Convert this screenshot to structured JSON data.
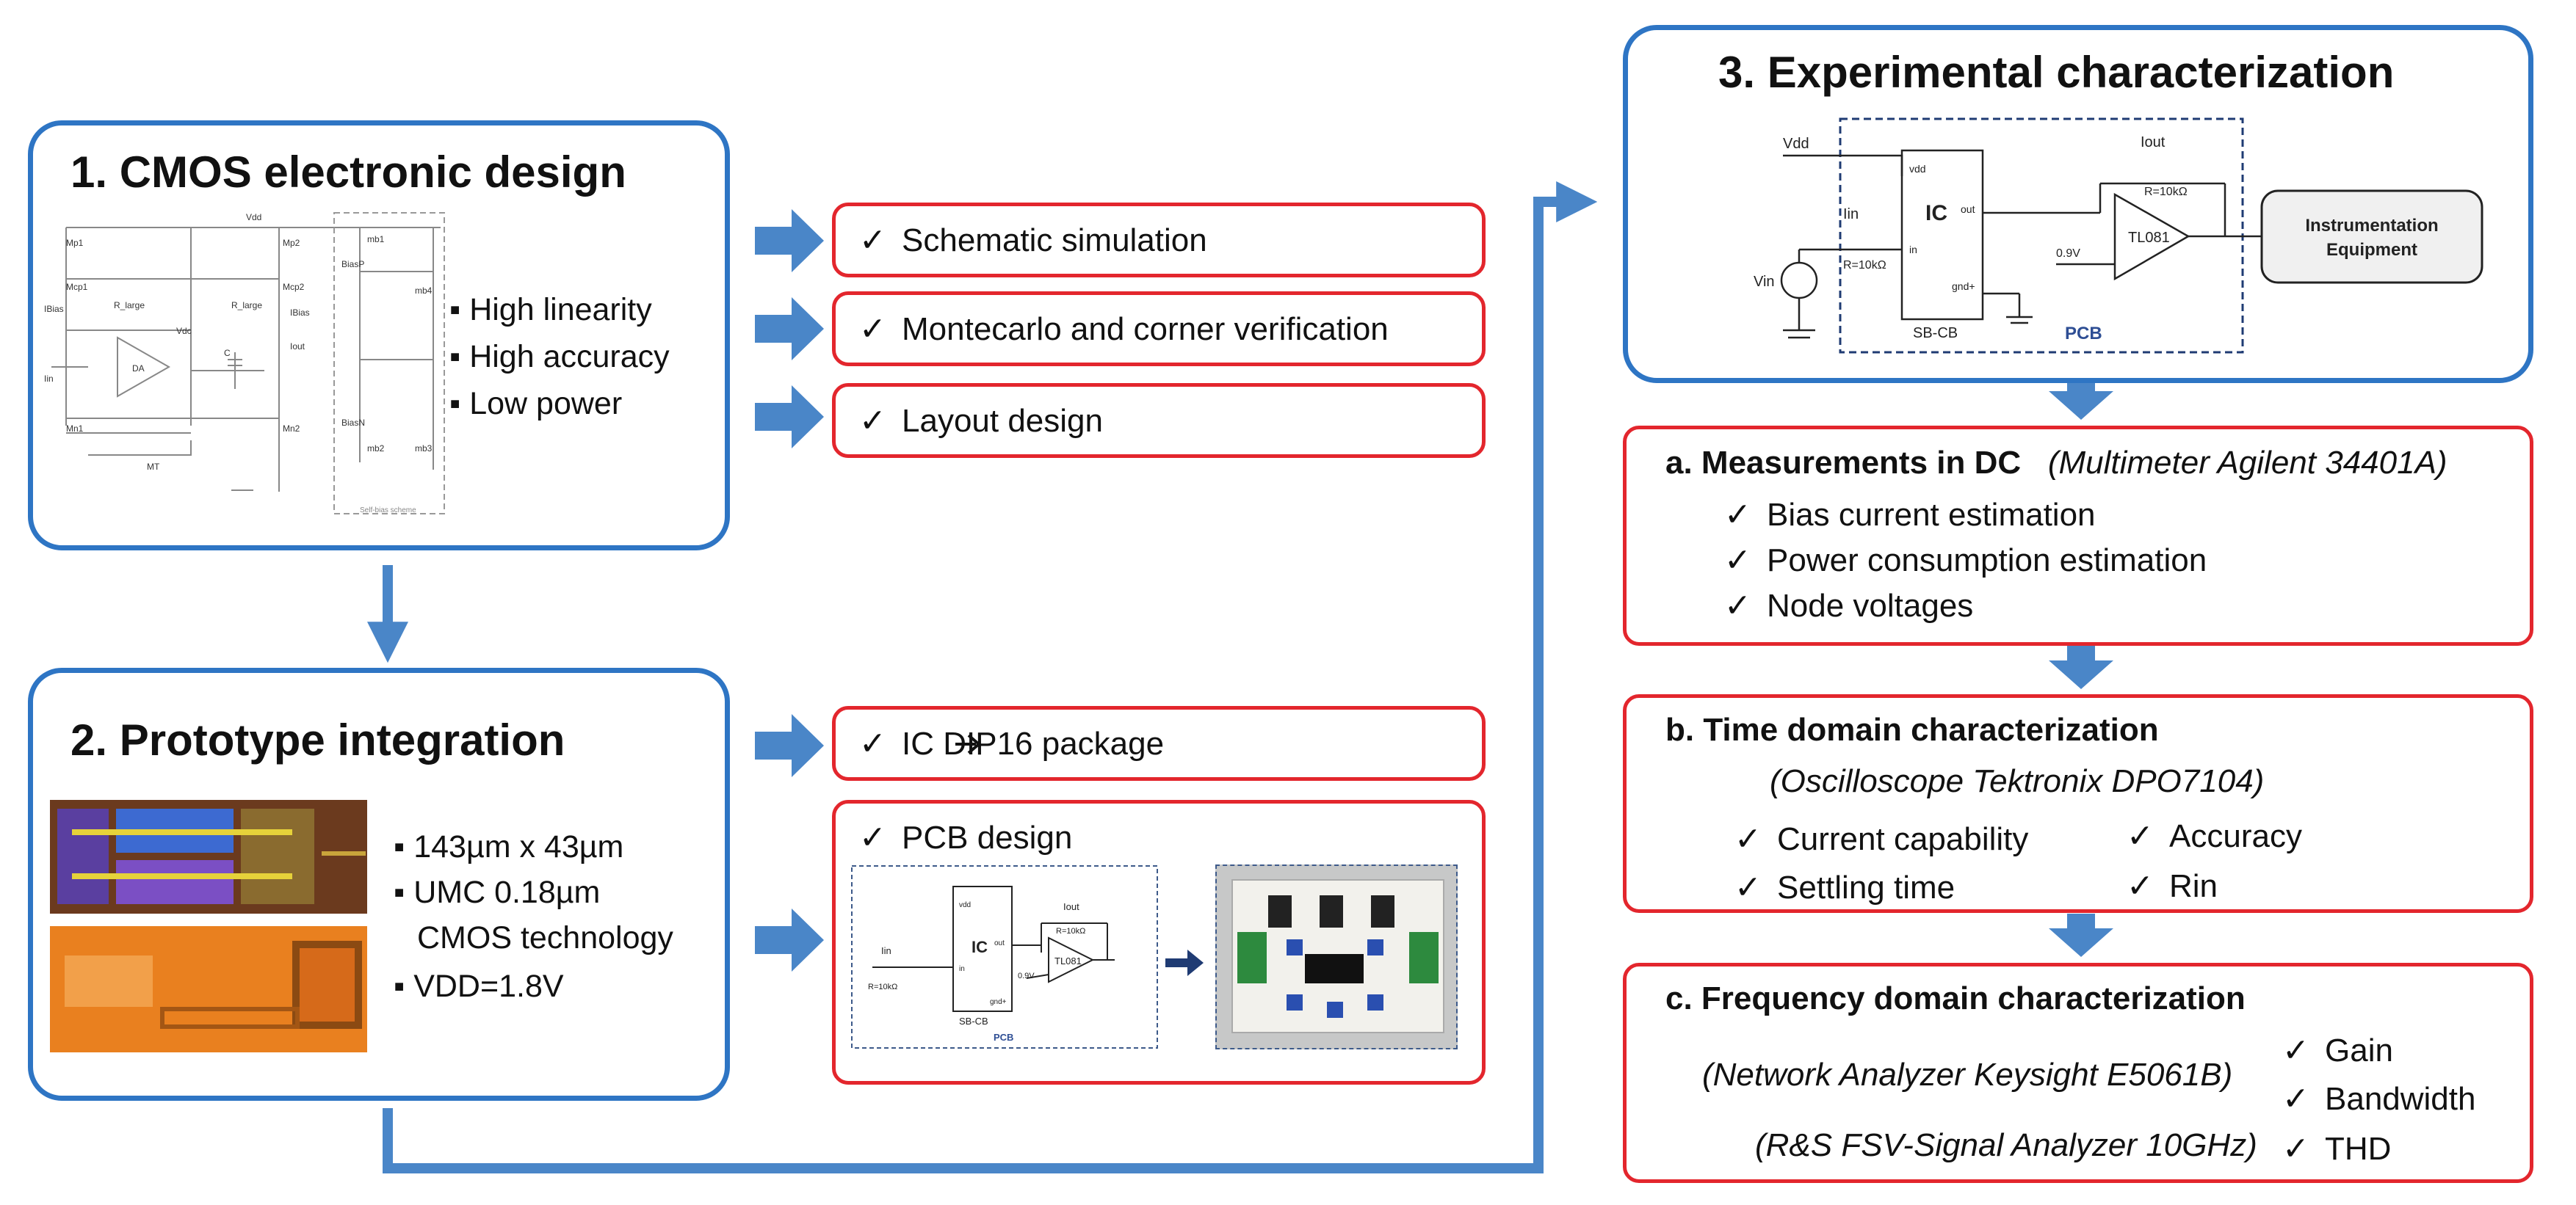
{
  "colors": {
    "blue_border": "#2e75c4",
    "red_border": "#e3262d",
    "arrow": "#4a86c8"
  },
  "box1": {
    "title": "1.  CMOS electronic design",
    "bullets": [
      "High linearity",
      "High accuracy",
      "Low power"
    ],
    "schematic_labels": {
      "vdd": "Vdd",
      "mp1": "Mp1",
      "mp2": "Mp2",
      "mcp1": "Mcp1",
      "mcp2": "Mcp2",
      "mb1": "mb1",
      "mb4": "mb4",
      "mb2": "mb2",
      "mb3": "mb3",
      "biasp": "BiasP",
      "biasn": "BiasN",
      "ibias_l": "IBias",
      "ibias_r": "IBias",
      "rlarge1": "R_large",
      "rlarge2": "R_large",
      "vdc": "Vdc",
      "da": "DA",
      "c": "C",
      "iout": "Iout",
      "iin": "Iin",
      "mn1": "Mn1",
      "mn2": "Mn2",
      "mt": "MT",
      "selfbias": "Self-bias scheme"
    }
  },
  "design_steps": [
    "Schematic simulation",
    "Montecarlo and corner verification",
    "Layout design"
  ],
  "box2": {
    "title": "2.  Prototype integration",
    "bullets": [
      "143µm x 43µm",
      "UMC 0.18µm",
      "CMOS technology",
      "VDD=1.8V"
    ]
  },
  "pkg": {
    "label": "IC  DIP16 package"
  },
  "pcb_design": {
    "label": "PCB design",
    "schematic": {
      "iin": "Iin",
      "r1": "R=10kΩ",
      "ic": "IC",
      "iout": "Iout",
      "r2": "R=10kΩ",
      "v09": "0.9V",
      "opamp": "TL081",
      "sbcb": "SB-CB",
      "pcb": "PCB",
      "vdd": "vdd",
      "out": "out",
      "in": "in",
      "gnd": "gnd+"
    }
  },
  "box3": {
    "title": "3.  Experimental characterization",
    "schematic": {
      "vdd": "Vdd",
      "vin": "Vin",
      "iin": "Iin",
      "r1": "R=10kΩ",
      "ic": "IC",
      "iout": "Iout",
      "r2": "R=10kΩ",
      "v09": "0.9V",
      "opamp": "TL081",
      "sbcb": "SB-CB",
      "pcb": "PCB",
      "vdd_pin": "vdd",
      "out_pin": "out",
      "in_pin": "in",
      "gnd_pin": "gnd+",
      "equip_line1": "Instrumentation",
      "equip_line2": "Equipment"
    }
  },
  "meas_a": {
    "title": "a.  Measurements in DC",
    "instrument": "(Multimeter Agilent 34401A)",
    "items": [
      "Bias current estimation",
      "Power consumption estimation",
      "Node voltages"
    ]
  },
  "meas_b": {
    "title": "b.  Time domain characterization",
    "instrument": "(Oscilloscope  Tektronix DPO7104)",
    "items": [
      "Current capability",
      "Settling time",
      "Accuracy",
      "Rin"
    ]
  },
  "meas_c": {
    "title": "c.  Frequency domain characterization",
    "instruments": [
      "(Network Analyzer Keysight E5061B)",
      "(R&S FSV-Signal Analyzer 10GHz)"
    ],
    "items": [
      "Gain",
      "Bandwidth",
      "THD"
    ]
  }
}
